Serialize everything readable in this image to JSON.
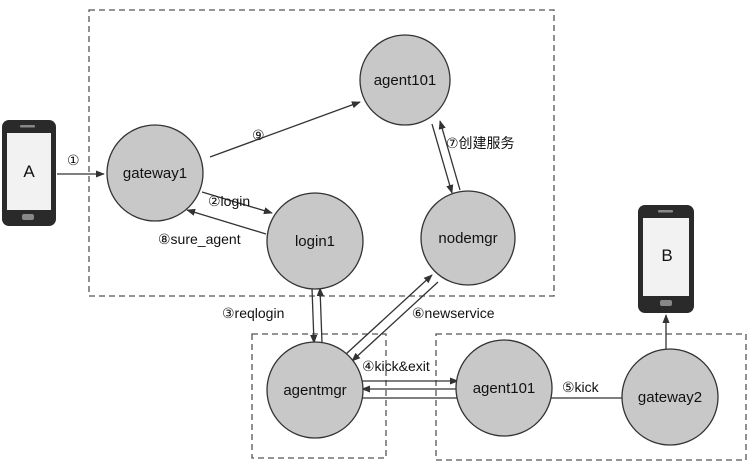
{
  "nodes": {
    "agent101_top": {
      "label": "agent101"
    },
    "gateway1": {
      "label": "gateway1"
    },
    "login1": {
      "label": "login1"
    },
    "nodemgr": {
      "label": "nodemgr"
    },
    "agentmgr": {
      "label": "agentmgr"
    },
    "agent101_bottom": {
      "label": "agent101"
    },
    "gateway2": {
      "label": "gateway2"
    }
  },
  "devices": {
    "a": {
      "label": "A"
    },
    "b": {
      "label": "B"
    }
  },
  "edges": {
    "e1": {
      "label": "①"
    },
    "e2": {
      "label": "②login"
    },
    "e3": {
      "label": "③reqlogin"
    },
    "e4": {
      "label": "④kick&exit"
    },
    "e5": {
      "label": "⑤kick"
    },
    "e6": {
      "label": "⑥newservice"
    },
    "e7": {
      "label": "⑦创建服务"
    },
    "e8": {
      "label": "⑧sure_agent"
    },
    "e9": {
      "label": "⑨"
    }
  },
  "colors": {
    "node_fill": "#c8c8c8",
    "node_stroke": "#333333",
    "line": "#333333",
    "phone_body": "#f2f2f2",
    "phone_frame": "#2a2a2a"
  }
}
